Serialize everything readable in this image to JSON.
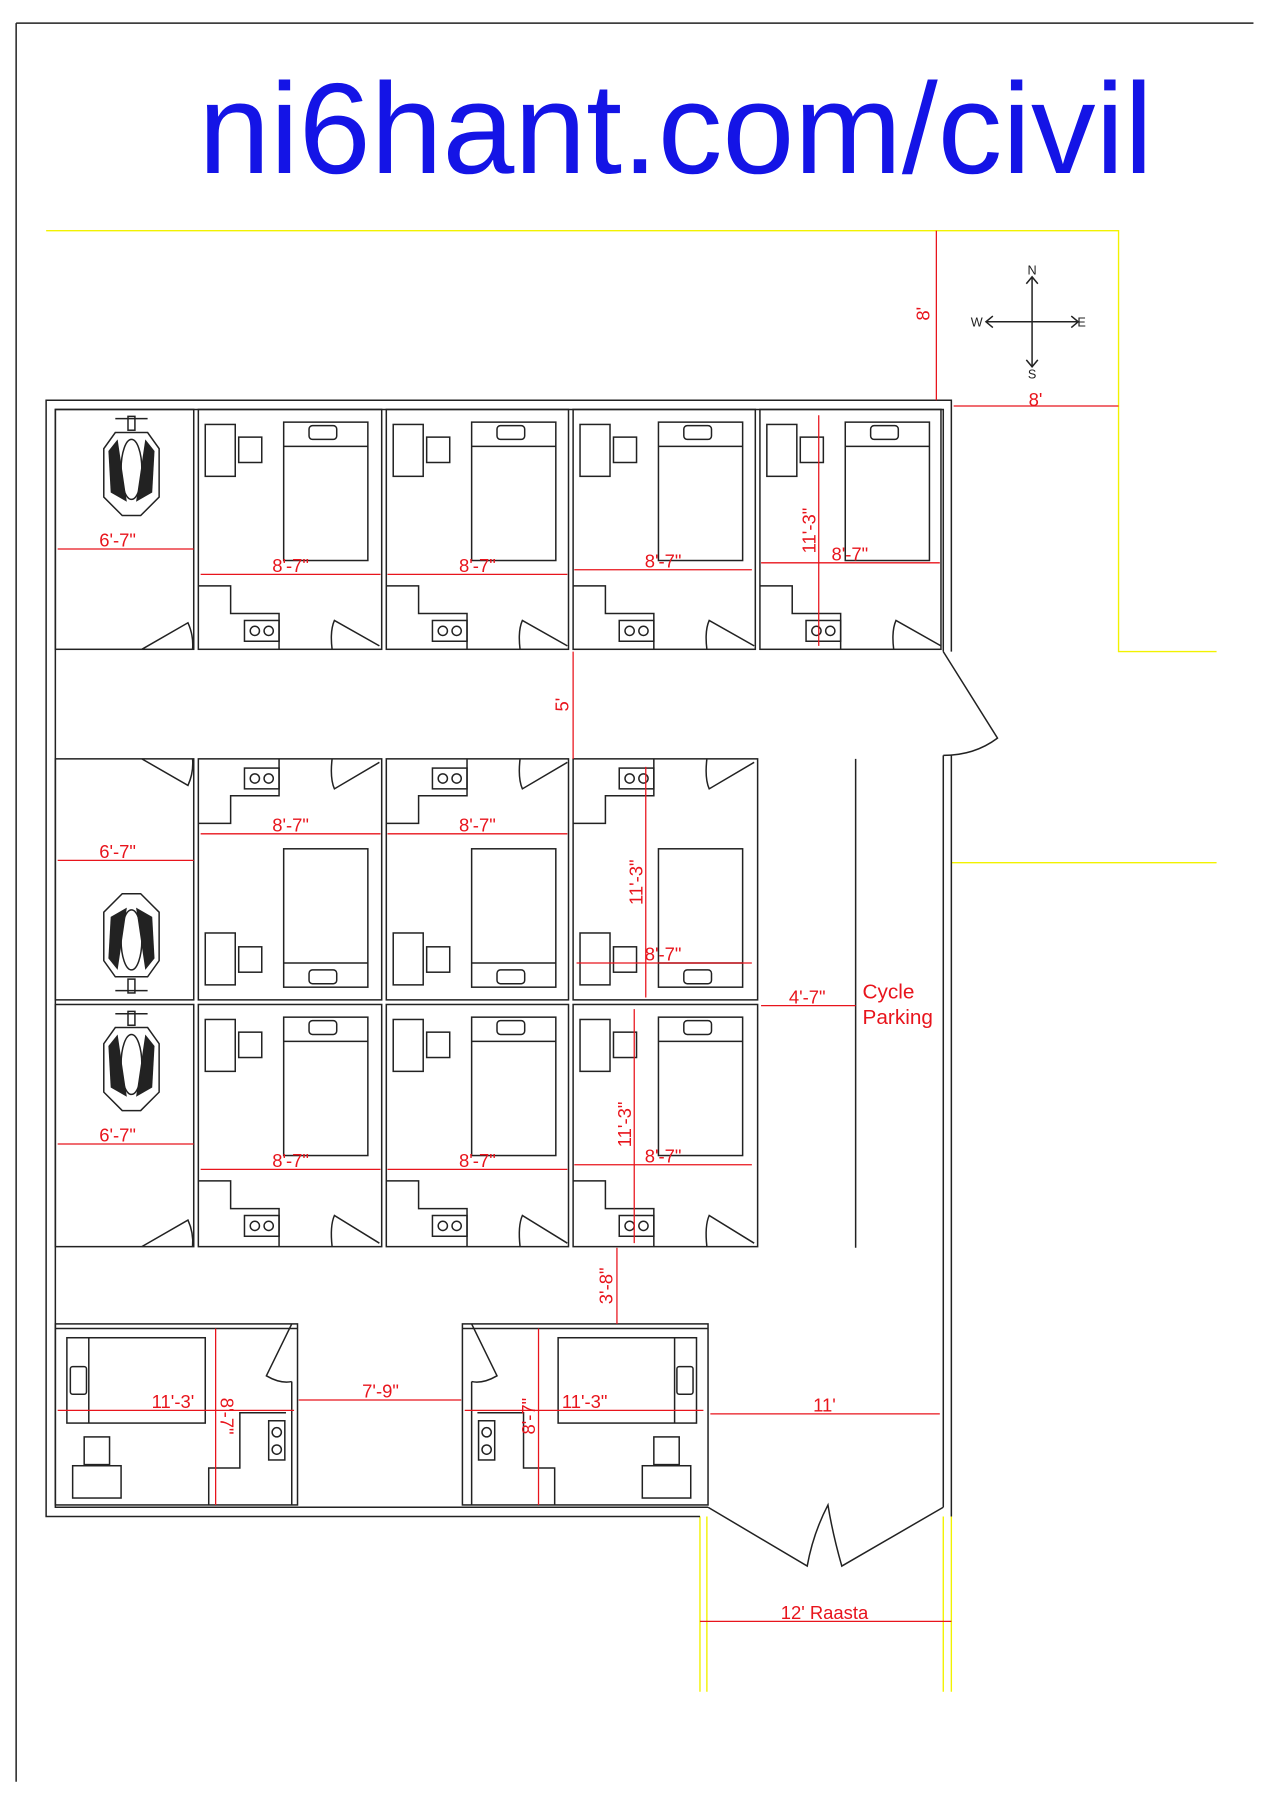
{
  "title": "ni6hant.com/civil",
  "compass": {
    "n": "N",
    "s": "S",
    "e": "E",
    "w": "W"
  },
  "dims": {
    "setback_north": "8'",
    "setback_east": "8'",
    "toilet_width": "6'-7\"",
    "room_width": "8'-7\"",
    "room_depth": "11'-3\"",
    "corridor_width": "5'",
    "cycle_parking_width": "4'-7\"",
    "rear_corridor": "3'-8\"",
    "unit_length_left": "11'-3'",
    "unit_length_right": "11'-3\"",
    "unit_depth": "8'-7\"",
    "gap_between_units": "7'-9\"",
    "east_passage": "11'",
    "raasta": "12' Raasta"
  },
  "labels": {
    "cycle": "Cycle",
    "parking": "Parking"
  }
}
